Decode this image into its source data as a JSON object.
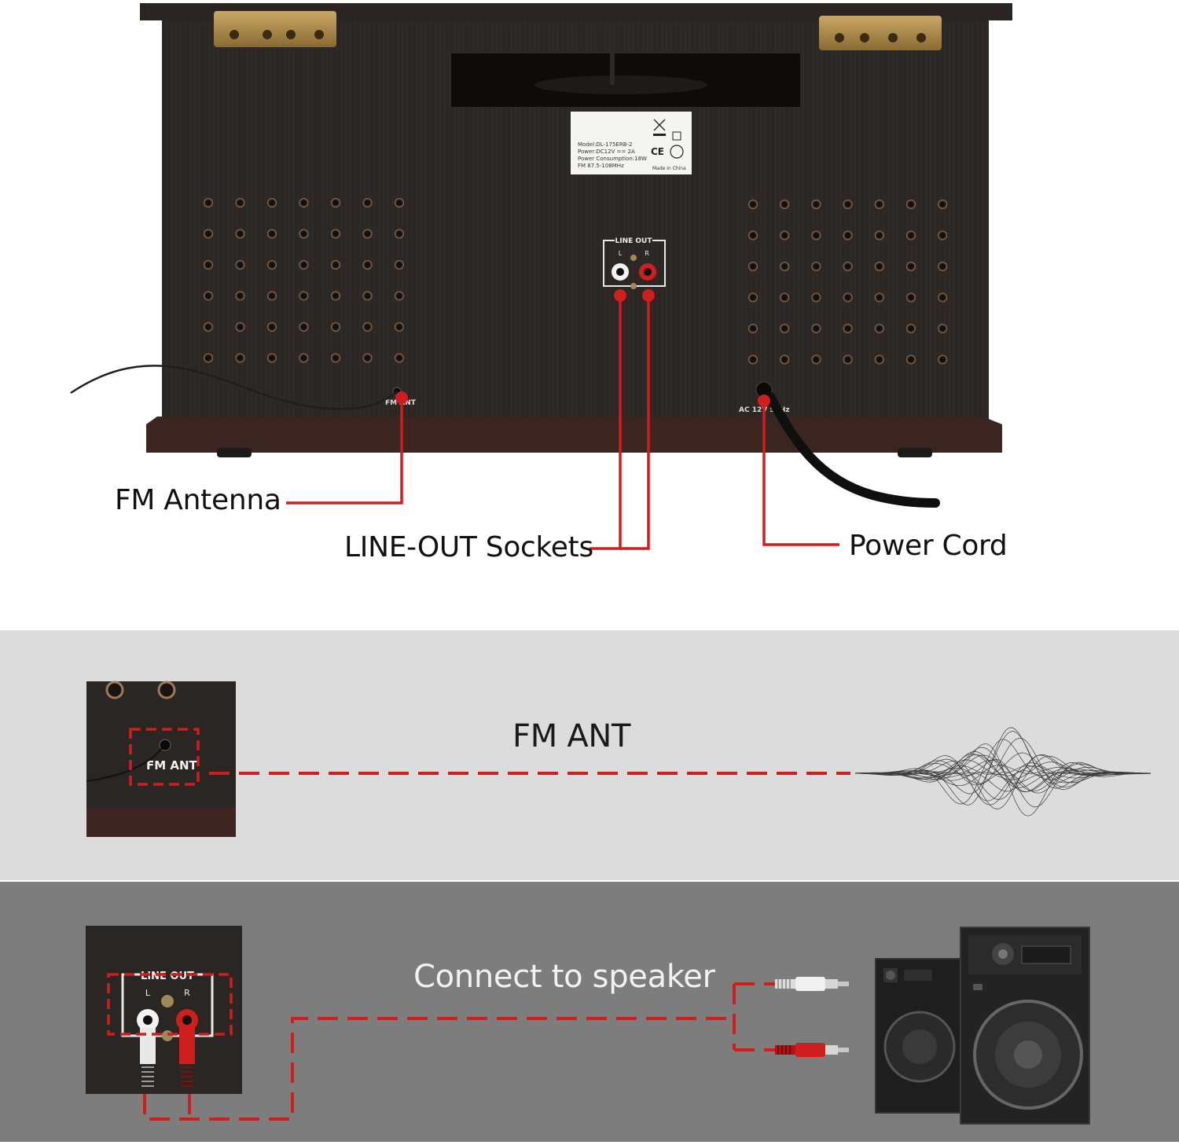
{
  "colors": {
    "accent_red": "#d01d1d",
    "cabinet_dark": "#2a2624",
    "cabinet_base": "#3a2420",
    "band_light": "#dcdcdc",
    "band_dark": "#7d7d7d"
  },
  "device": {
    "rating_label_lines": [
      "Model:DL-175ERB-2",
      "Power:DC12V == 2A",
      "Power Consumption:18W",
      "FM 87.5-108MHz"
    ],
    "made_in": "Made in China",
    "panel_title": "LINE OUT",
    "panel_left": "L",
    "panel_right": "R",
    "fm_port_text": "FM ANT",
    "ac_port_text": "AC 12V  50Hz"
  },
  "callouts": {
    "fm_antenna": "FM Antenna",
    "line_out": "LINE-OUT Sockets",
    "power_cord": "Power Cord"
  },
  "fm_section": {
    "title": "FM ANT",
    "inset_text": "FM ANT",
    "wave_icon": "sound-wave-icon"
  },
  "speaker_section": {
    "title": "Connect to speaker",
    "inset_title": "LINE OUT",
    "inset_left": "L",
    "inset_right": "R",
    "rca_icon": "rca-plug-icon",
    "speaker_icon": "speaker-icon"
  }
}
